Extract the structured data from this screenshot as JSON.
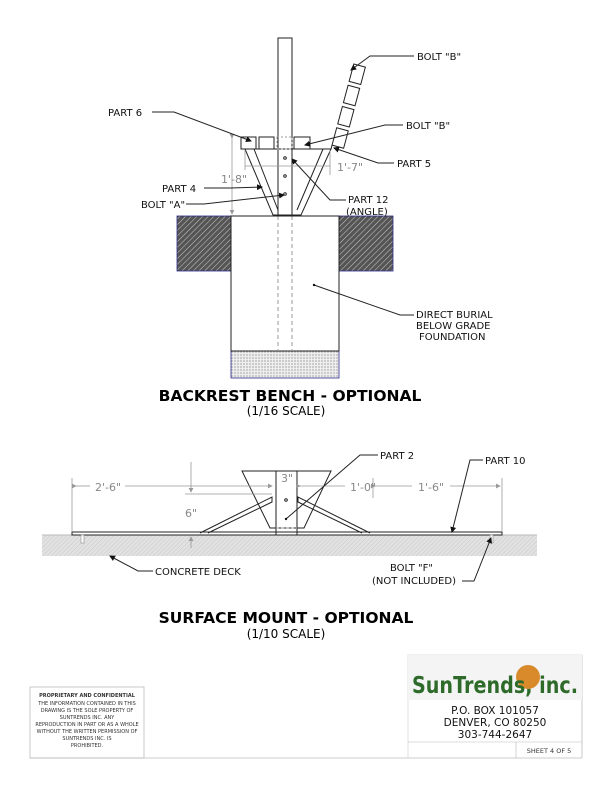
{
  "backrest_view": {
    "labels": {
      "bolt_b_top": "BOLT \"B\"",
      "part6": "PART 6",
      "bolt_b_mid": "BOLT \"B\"",
      "part5": "PART 5",
      "part4": "PART 4",
      "bolt_a": "BOLT \"A\"",
      "part12": "PART 12",
      "part12_sub": "(ANGLE)",
      "foundation_1": "DIRECT BURIAL",
      "foundation_2": "BELOW GRADE",
      "foundation_3": "FOUNDATION"
    },
    "dimensions": {
      "height": "1'-8\"",
      "width": "1'-7\""
    },
    "title": "BACKREST BENCH - OPTIONAL",
    "scale": "(1/16 SCALE)"
  },
  "surface_view": {
    "labels": {
      "part2": "PART 2",
      "part10": "PART 10",
      "concrete_deck": "CONCRETE DECK",
      "bolt_f": "BOLT \"F\"",
      "bolt_f_sub": "(NOT INCLUDED)"
    },
    "dimensions": {
      "left": "2'-6\"",
      "post": "3\"",
      "mid": "1'-0\"",
      "right": "1'-6\"",
      "height": "6\""
    },
    "title": "SURFACE MOUNT - OPTIONAL",
    "scale": "(1/10 SCALE)"
  },
  "title_block": {
    "confidential_heading": "PROPRIETARY AND CONFIDENTIAL",
    "confidential_lines": [
      "THE INFORMATION CONTAINED IN THIS",
      "DRAWING IS THE SOLE PROPERTY OF",
      "SUNTRENDS INC.  ANY",
      "REPRODUCTION IN PART OR AS A WHOLE",
      "WITHOUT THE WRITTEN PERMISSION OF",
      "SUNTRENDS INC. IS",
      "PROHIBITED."
    ],
    "logo_text": "SunTrends, inc.",
    "address_1": "P.O. BOX 101057",
    "address_2": "DENVER, CO 80250",
    "phone": "303-744-2647",
    "sheet": "SHEET 4 OF 5"
  },
  "colors": {
    "logo_green": "#2e6b2a",
    "logo_sun": "#d98a2b",
    "hatch_edge": "#2b2b8a"
  }
}
